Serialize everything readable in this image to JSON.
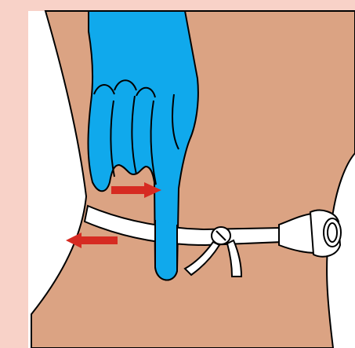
{
  "illustration": {
    "colors": {
      "background": "#f8d2c8",
      "panel": "#ffffff",
      "skin": "#dba383",
      "glove": "#10a9ec",
      "tie": "#ffffff",
      "outline": "#000000",
      "arrow": "#d62b22"
    },
    "elements": [
      "neck-skin",
      "gloved-hand",
      "tracheostomy-tie",
      "tie-knot",
      "tracheostomy-tube-flange",
      "direction-arrows"
    ]
  }
}
